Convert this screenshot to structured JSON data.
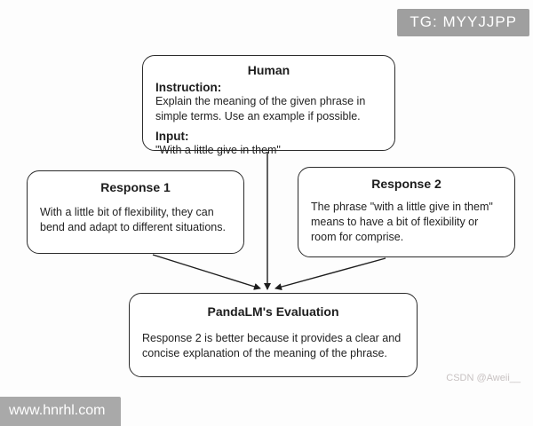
{
  "watermarks": {
    "tg_badge": "TG: MYYJJPP",
    "site_bar": "www.hnrhl.com",
    "csdn": "CSDN @Aweii__"
  },
  "diagram": {
    "human": {
      "title": "Human",
      "instruction_label": "Instruction:",
      "instruction_text": "Explain the meaning of the given phrase in simple terms. Use an example if possible.",
      "input_label": "Input:",
      "input_text": "\"With a little give in them\""
    },
    "response1": {
      "title": "Response 1",
      "body": "With a little bit of flexibility, they can bend and adapt to different situations."
    },
    "response2": {
      "title": "Response 2",
      "body": "The phrase \"with a little give in them\" means to have a bit of flexibility or room for comprise."
    },
    "evaluation": {
      "title": "PandaLM's Evaluation",
      "body": "Response 2 is better because it provides a clear and concise explanation of the meaning of the phrase."
    }
  }
}
